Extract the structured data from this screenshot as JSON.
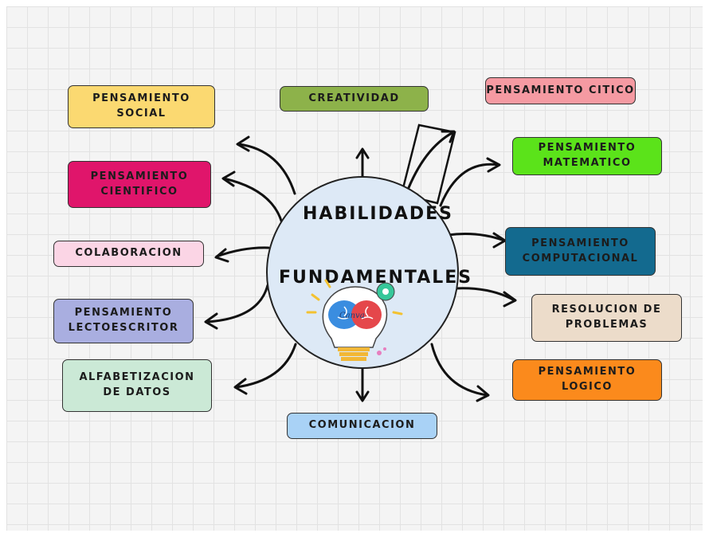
{
  "center": {
    "line1": "HABILIDADES",
    "line2": "FUNDAMENTALES",
    "logo_text": "Canva"
  },
  "nodes": {
    "social": {
      "label": "PENSAMIENTO\nSOCIAL",
      "color": "#fbd971"
    },
    "cientifico": {
      "label": "PENSAMIENTO\nCIENTIFICO",
      "color": "#e0156b"
    },
    "colaboracion": {
      "label": "COLABORACION",
      "color": "#fbd5e5"
    },
    "lectoescritor": {
      "label": "PENSAMIENTO\nLECTOESCRITOR",
      "color": "#a9aee0"
    },
    "datos": {
      "label": "ALFABETIZACION\nDE DATOS",
      "color": "#cbe9d6"
    },
    "creatividad": {
      "label": "CREATIVIDAD",
      "color": "#8db24a"
    },
    "comunicacion": {
      "label": "COMUNICACION",
      "color": "#a9d2f6"
    },
    "critico": {
      "label": "PENSAMIENTO CITICO",
      "color": "#f59aa2"
    },
    "matematico": {
      "label": "PENSAMIENTO\nMATEMATICO",
      "color": "#5be31a"
    },
    "computacional": {
      "label": "PENSAMIENTO\nCOMPUTACIONAL",
      "color": "#136a8f"
    },
    "problemas": {
      "label": "RESOLUCION DE\nPROBLEMAS",
      "color": "#ecdcca"
    },
    "logico": {
      "label": "PENSAMIENTO\nLOGICO",
      "color": "#fb8a1c"
    }
  }
}
